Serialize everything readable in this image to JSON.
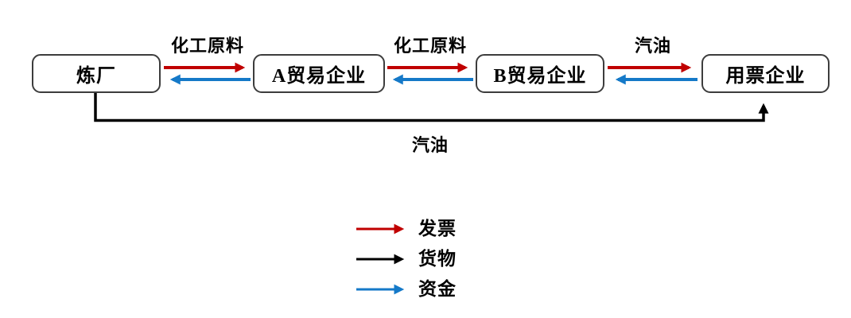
{
  "colors": {
    "invoice": "#C00000",
    "goods": "#000000",
    "funds": "#1579C8",
    "box_border": "#3D3D3D"
  },
  "nodes": {
    "refinery": "炼厂",
    "trader_a": "A贸易企业",
    "trader_b": "B贸易企业",
    "ticket_user": "用票企业"
  },
  "flow_labels": {
    "refinery_to_a": "化工原料",
    "a_to_b": "化工原料",
    "b_to_user": "汽油",
    "goods_direct": "汽油"
  },
  "legend": {
    "invoice": "发票",
    "goods": "货物",
    "funds": "资金"
  }
}
